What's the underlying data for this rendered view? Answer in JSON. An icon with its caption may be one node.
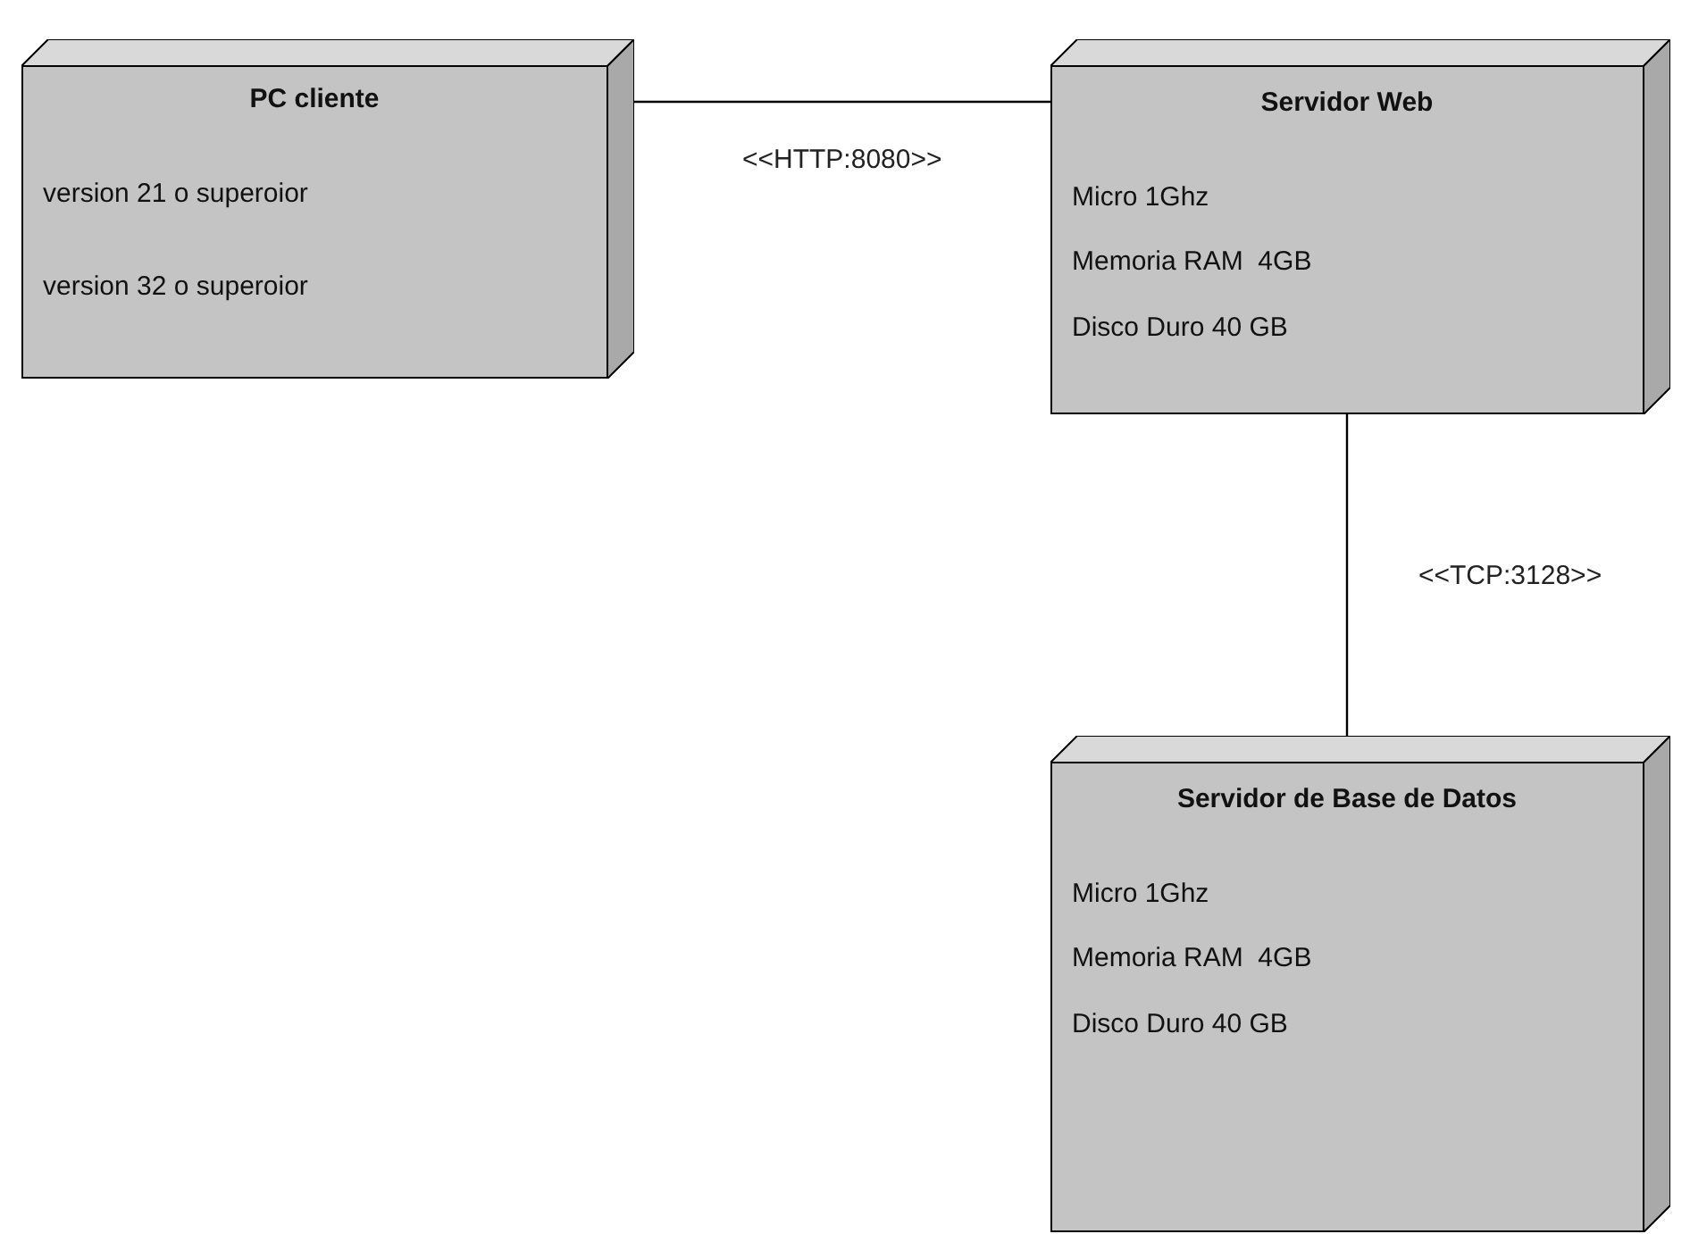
{
  "diagram": {
    "nodes": [
      {
        "text": [
          "PC cliente",
          "version 21 o superoior",
          "version 32 o superoior"
        ]
      },
      {
        "text": [
          "Servidor Web",
          "Micro 1Ghz",
          "Memoria RAM  4GB",
          "Disco Duro 40 GB"
        ]
      },
      {
        "text": [
          "Servidor de Base de Datos",
          "Micro 1Ghz",
          "Memoria RAM  4GB",
          "Disco Duro 40 GB"
        ]
      }
    ],
    "edges": [
      {
        "from": 0,
        "to": 1,
        "arrow": "none",
        "label": "<<HTTP:8080>>"
      },
      {
        "from": 1,
        "to": 2,
        "arrow": "none",
        "label": "<<TCP:3128>>"
      }
    ]
  }
}
